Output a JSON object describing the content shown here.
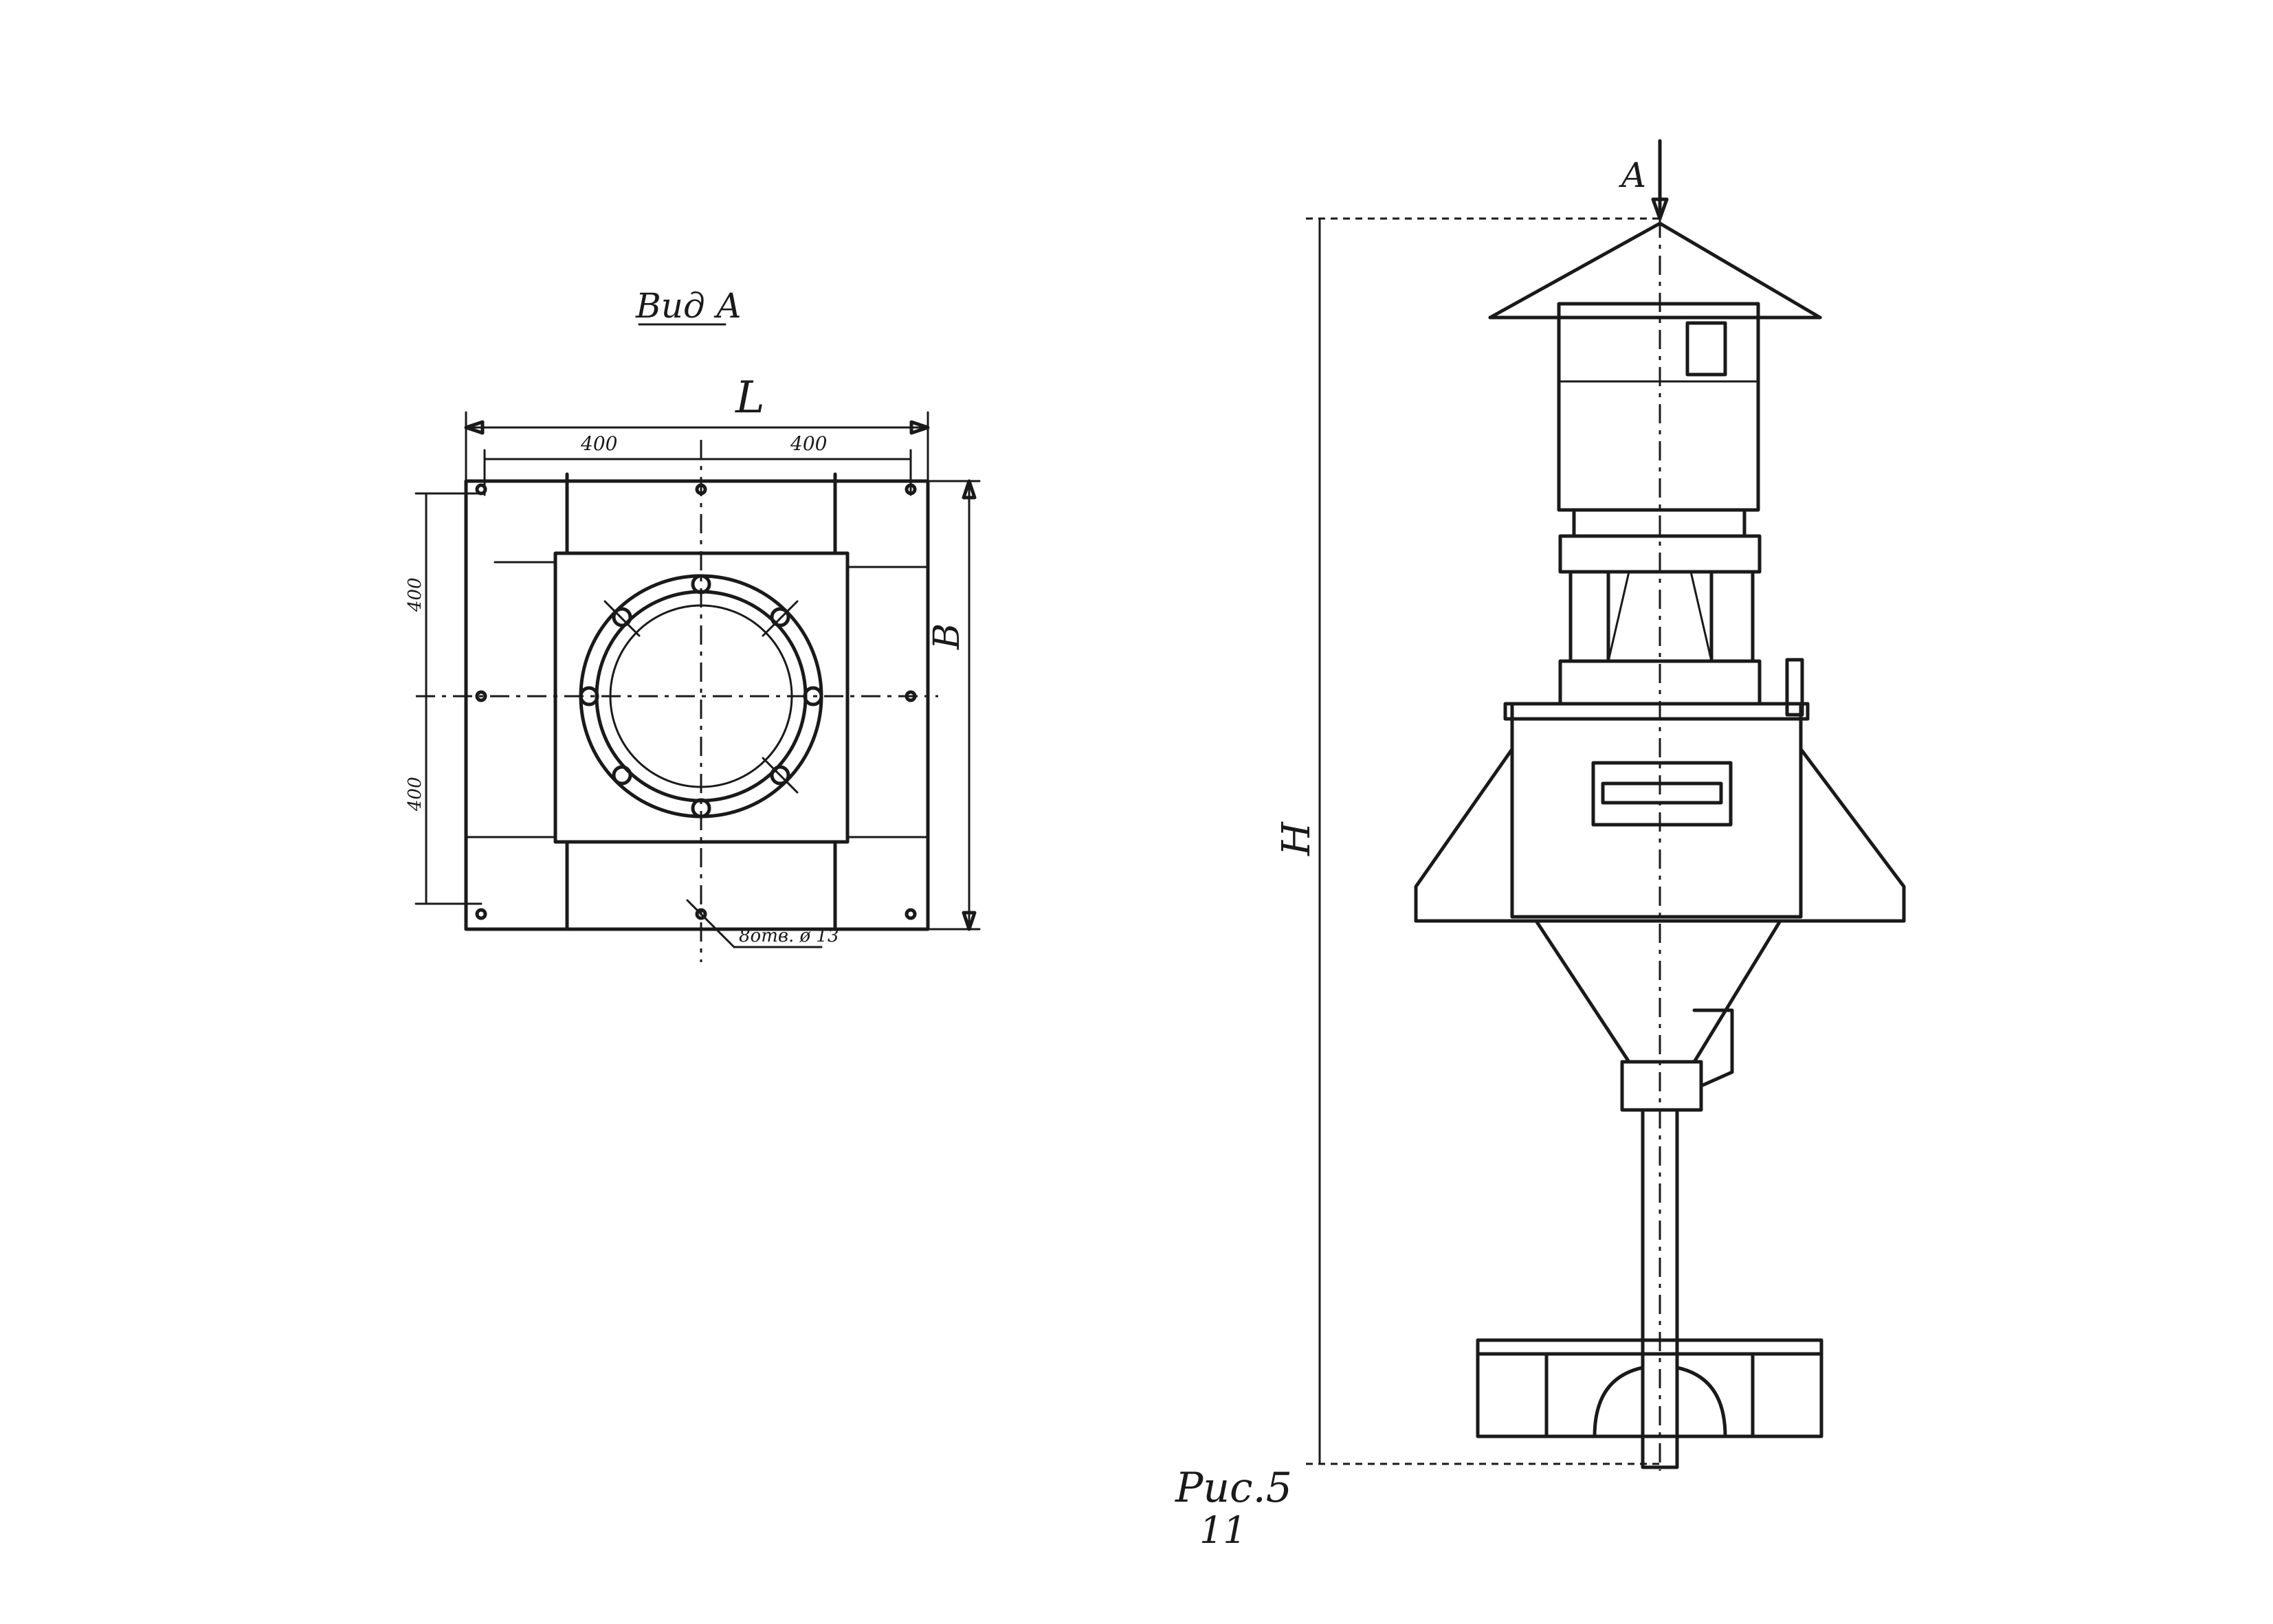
{
  "plan_view": {
    "title": "Вид А",
    "dim_overall_length": "L",
    "dim_overall_width": "B",
    "dim_left_half": "400",
    "dim_right_half": "400",
    "dim_upper_half": "400",
    "dim_lower_half": "400",
    "hole_note": "8отв. ø 13"
  },
  "elevation_view": {
    "view_marker": "А",
    "dim_height": "H"
  },
  "figure_caption": {
    "label": "Рис.5",
    "number": "11"
  }
}
